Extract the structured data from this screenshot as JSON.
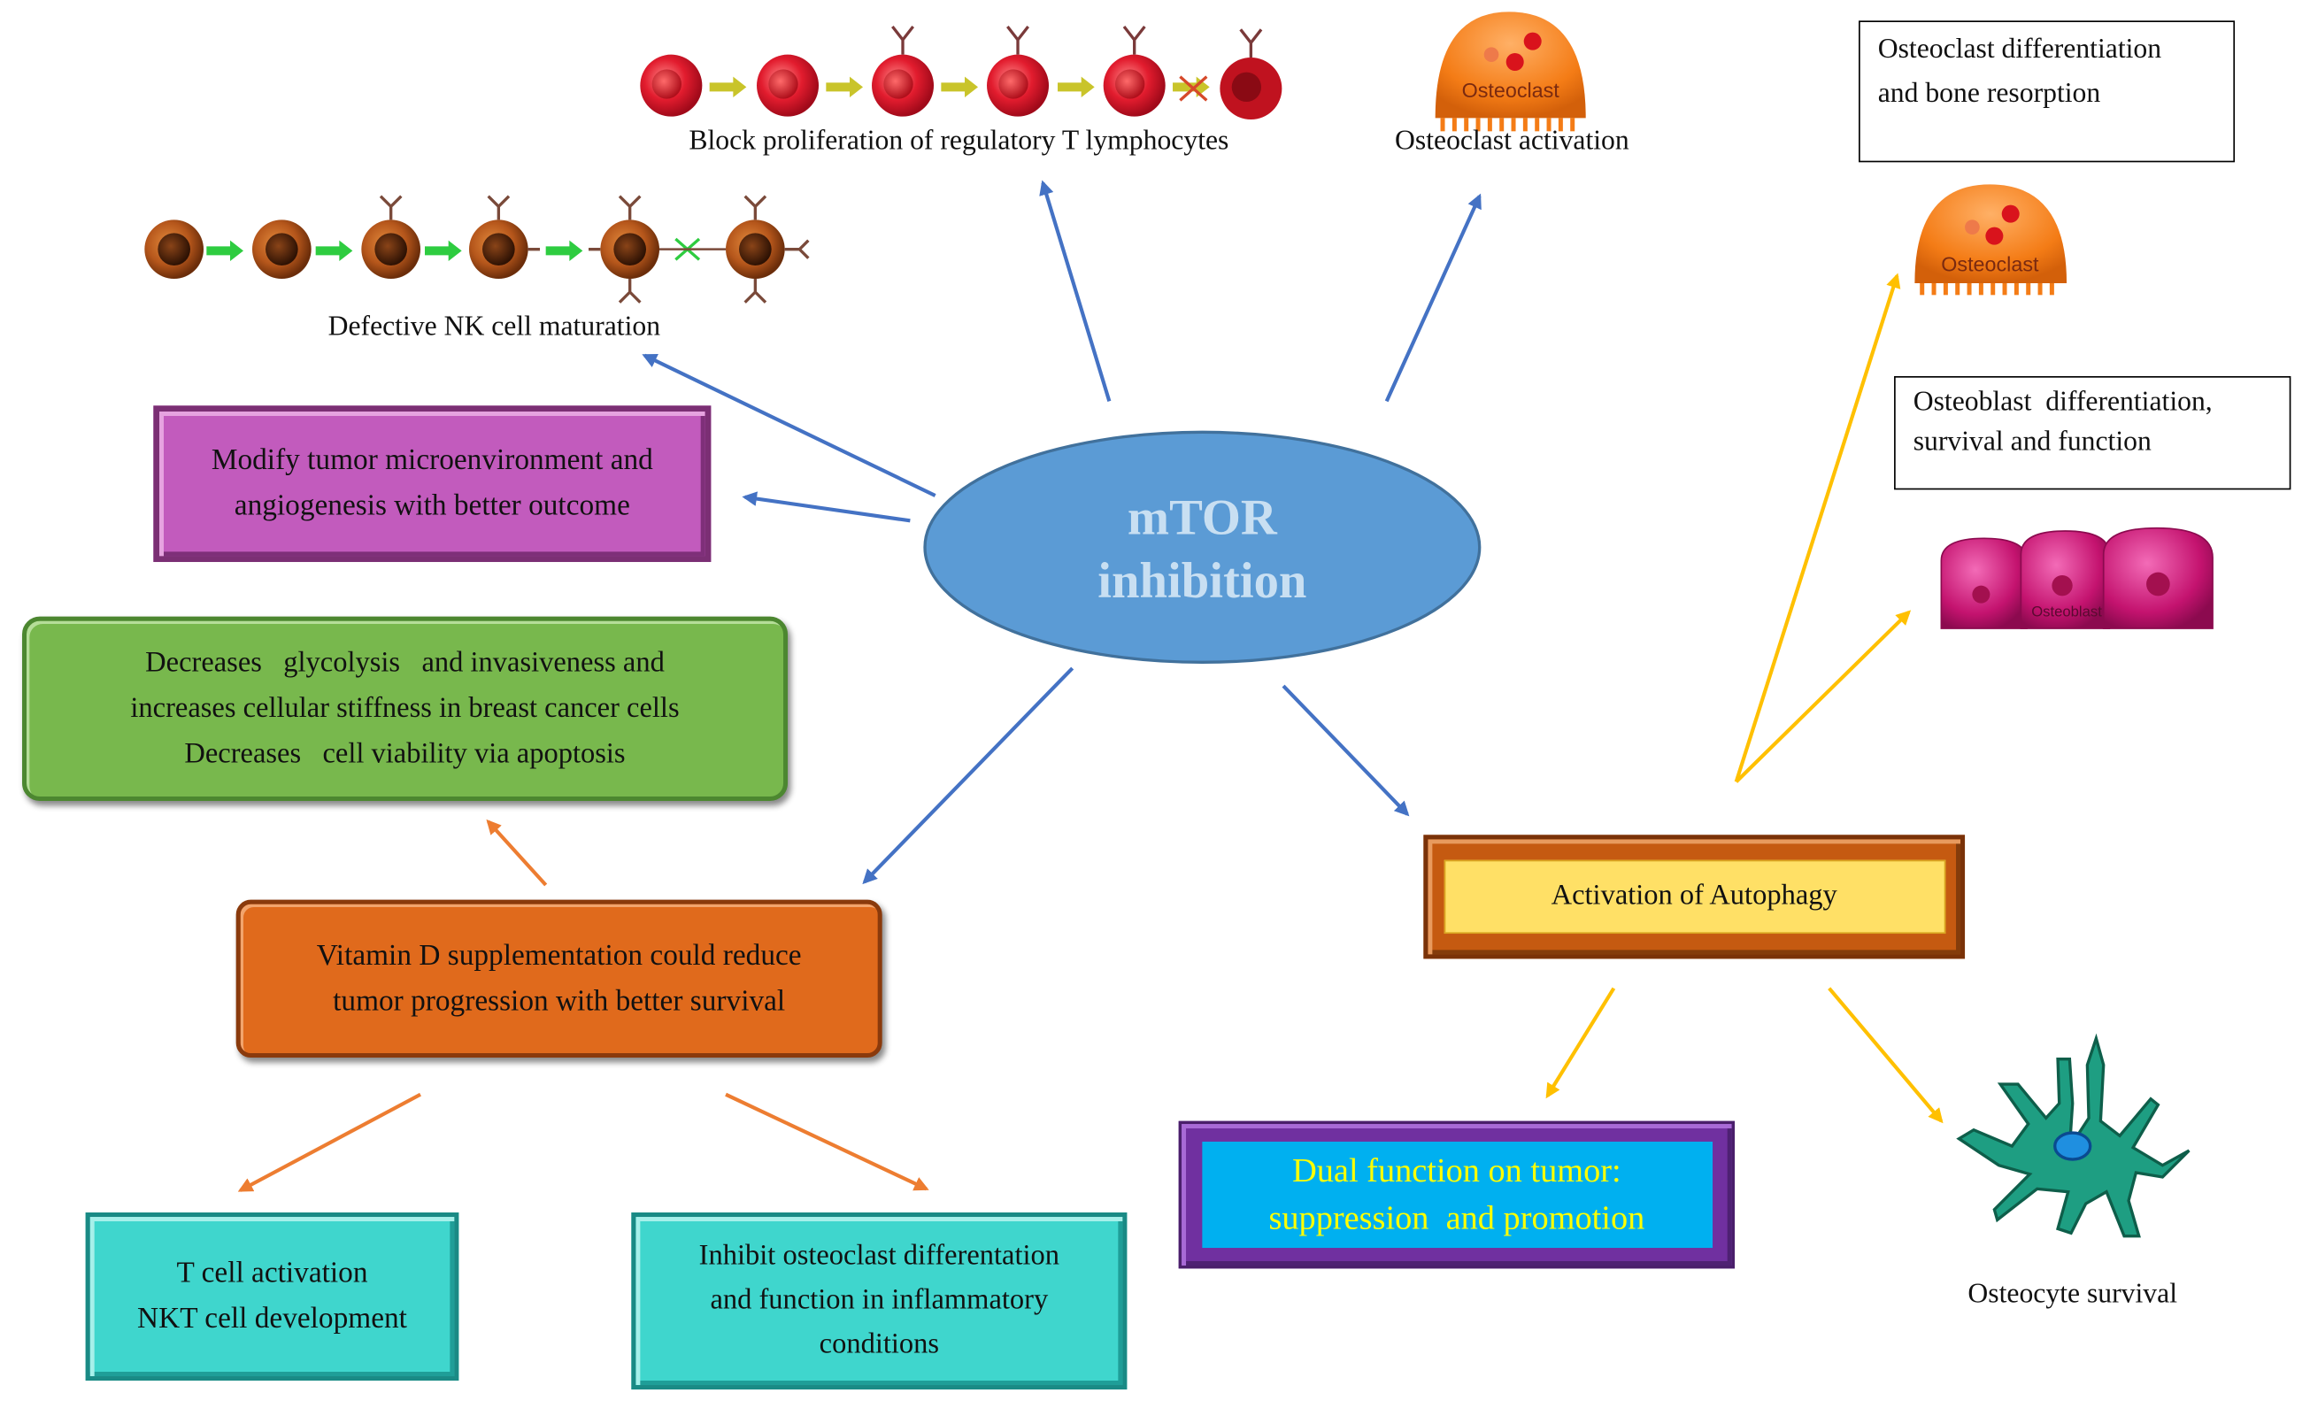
{
  "center": {
    "label_line1": "mTOR",
    "label_line2": "inhibition"
  },
  "nodes": {
    "treg": "Block proliferation of regulatory T lymphocytes",
    "osteoclast_activation": "Osteoclast activation",
    "nk": "Defective NK cell maturation",
    "microenvironment": [
      "Modify tumor microenvironment and",
      "angiogenesis with better outcome"
    ],
    "breast_cancer": [
      "Decreases   glycolysis   and invasiveness and",
      "increases cellular stiffness in breast cancer cells",
      "Decreases   cell viability via apoptosis"
    ],
    "vitamin_d": [
      "Vitamin D supplementation could reduce",
      "tumor progression with better survival"
    ],
    "t_cell": [
      "T cell activation",
      "NKT cell development"
    ],
    "osteoclast_inhibit": [
      "Inhibit osteoclast differentation",
      "and function in inflammatory",
      "conditions"
    ],
    "autophagy": "Activation of Autophagy",
    "dual_function": [
      "Dual function on tumor:",
      "suppression  and promotion"
    ],
    "osteocyte": "Osteocyte survival",
    "osteoclast_diff": [
      "Osteoclast differentiation",
      "and bone resorption"
    ],
    "osteoblast_diff": [
      "Osteoblast  differentiation,",
      "survival and function"
    ]
  },
  "illustration_labels": {
    "osteoclast_top": "Osteoclast",
    "osteoclast_right": "Osteoclast",
    "osteoblast": "Osteoblast"
  },
  "colors": {
    "blue_arrow": "#4472c4",
    "orange_arrow": "#ed7d31",
    "yellow_arrow": "#ffc000",
    "ellipse": "#5b9bd5",
    "dual_text": "#ffff00"
  }
}
